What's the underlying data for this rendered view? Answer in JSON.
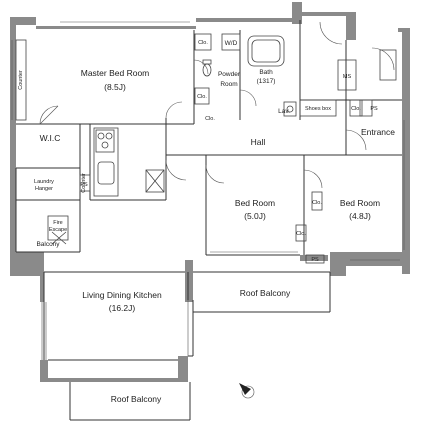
{
  "rooms": {
    "master_bed_room": "Master Bed Room",
    "master_bed_room_size": "(8.5J)",
    "wic": "W.I.C",
    "wd": "W/D",
    "powder_room_1": "Powder",
    "powder_room_2": "Room",
    "bath": "Bath",
    "bath_size": "(1317)",
    "lav": "Lav.",
    "hall": "Hall",
    "entrance": "Entrance",
    "bed_room_1": "Bed Room",
    "bed_room_1_size": "(5.0J)",
    "bed_room_2": "Bed Room",
    "bed_room_2_size": "(4.8J)",
    "living_dining_kitchen": "Living Dining Kitchen",
    "ldk_size": "(16.2J)",
    "roof_balcony_1": "Roof Balcony",
    "roof_balcony_2": "Roof Balcony",
    "balcony": "Balcony"
  },
  "small_labels": {
    "clo_wd": "Clo.",
    "clo_master": "Clo.",
    "clo_hall": "Clo.",
    "clo_bed1_top": "Clo.",
    "clo_bed1_bottom": "Clo.",
    "clo_bed2": "Clo.",
    "counter": "Counter",
    "counter_kitchen": "Counter",
    "shoes_box": "Shoes box",
    "ms": "MS",
    "ps_kitchen": "PS",
    "ps_bed": "PS",
    "ps_entrance": "PS",
    "laundry_1": "Laundry",
    "laundry_2": "Hanger",
    "fire_escape_1": "Fire",
    "fire_escape_2": "Escape"
  },
  "colors": {
    "wall": "#8a8a8a",
    "line": "#333333",
    "background": "#ffffff"
  },
  "icons": {
    "compass": "north-arrow-icon"
  }
}
